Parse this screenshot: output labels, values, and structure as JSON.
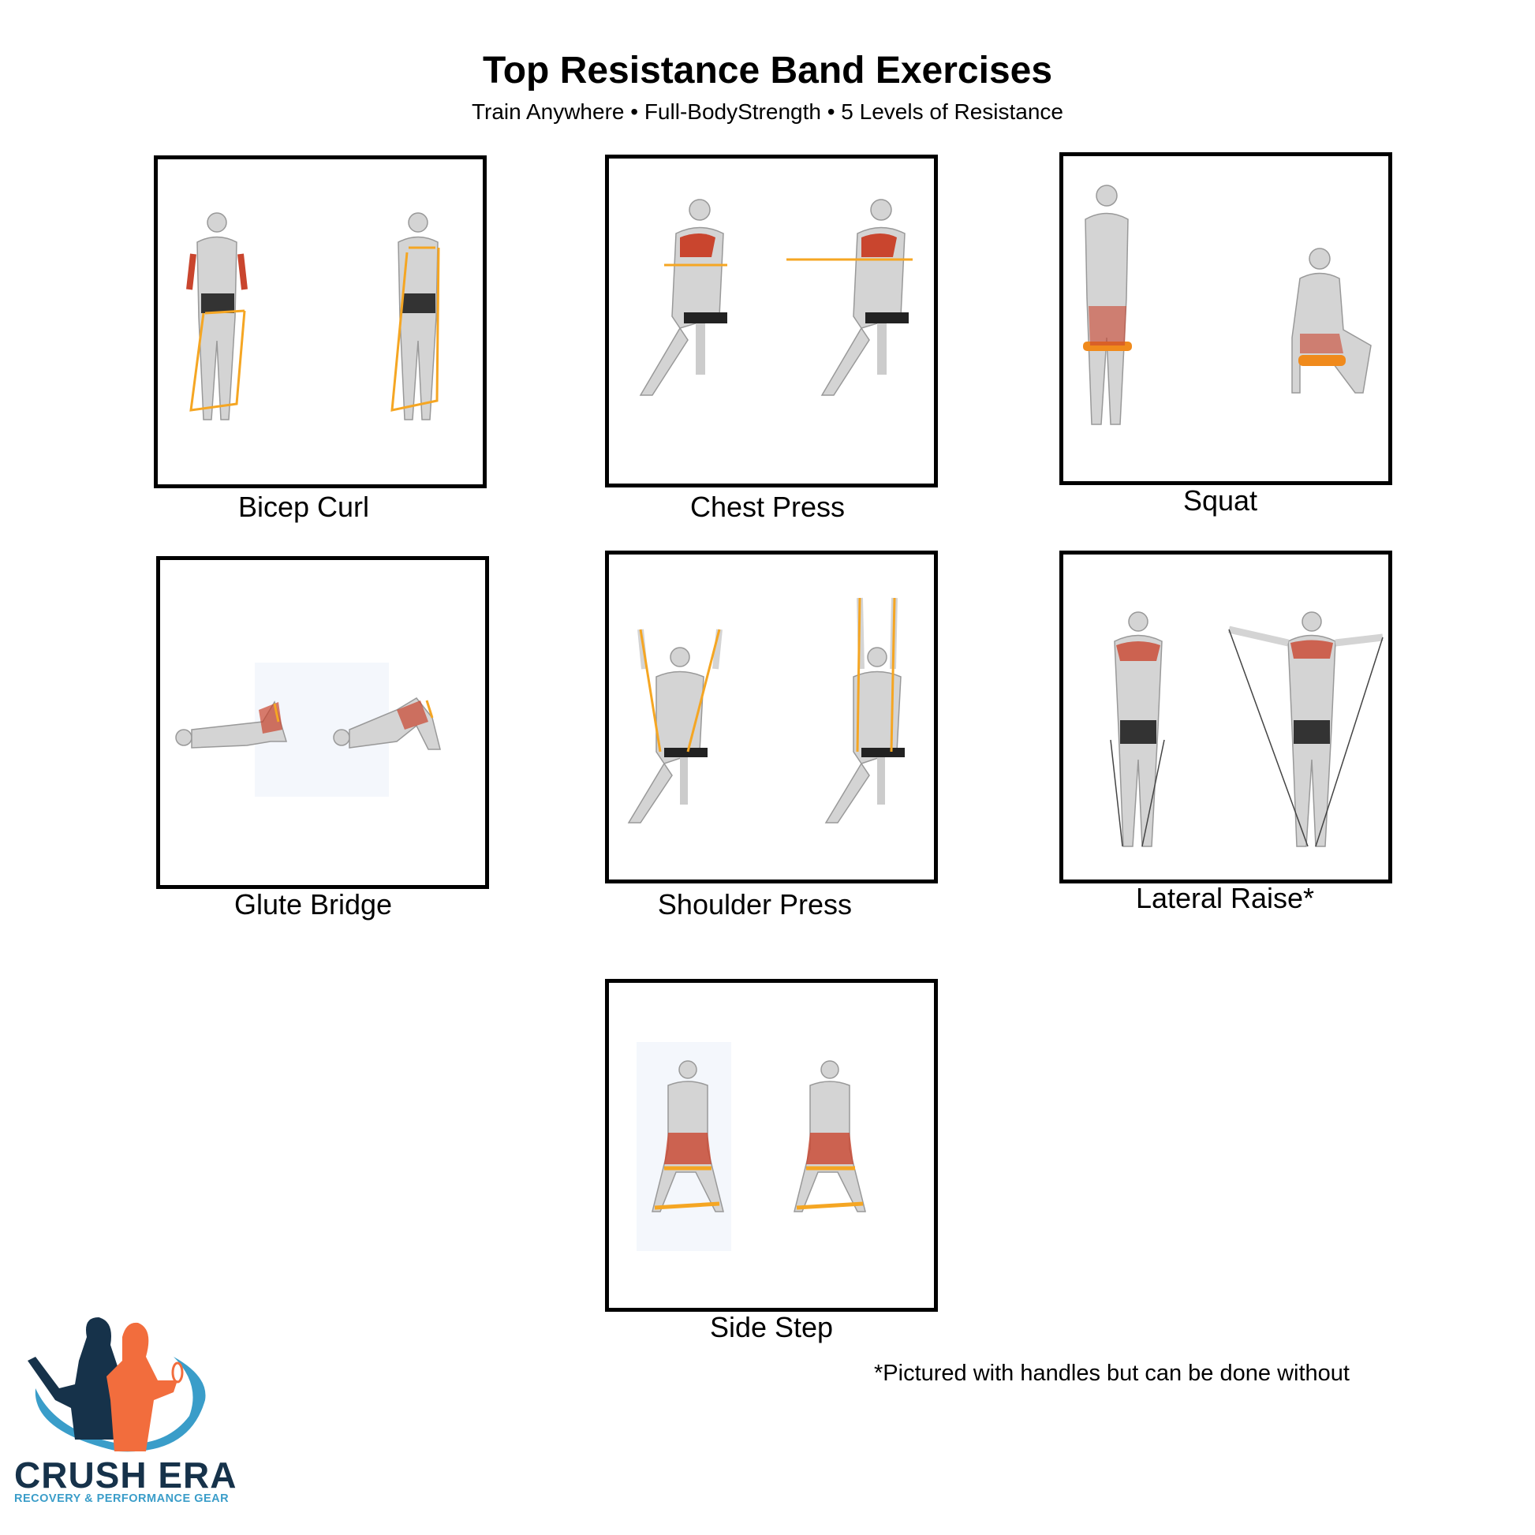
{
  "header": {
    "title": "Top Resistance Band Exercises",
    "subtitle": "Train Anywhere • Full-BodyStrength • 5 Levels of Resistance"
  },
  "exercises": [
    {
      "label": "Bicep Curl"
    },
    {
      "label": "Chest Press"
    },
    {
      "label": "Squat"
    },
    {
      "label": "Glute Bridge"
    },
    {
      "label": "Shoulder Press"
    },
    {
      "label": "Lateral Raise*"
    },
    {
      "label": "Side Step"
    }
  ],
  "footnote": "*Pictured with handles but can be done without",
  "brand": {
    "name": "CRUSH ERA",
    "tagline": "RECOVERY & PERFORMANCE GEAR",
    "colors": {
      "navy": "#16324a",
      "orange": "#f26d3d",
      "blue": "#3a9dc9",
      "band": "#f5a623",
      "muscle": "#c9452e"
    }
  }
}
